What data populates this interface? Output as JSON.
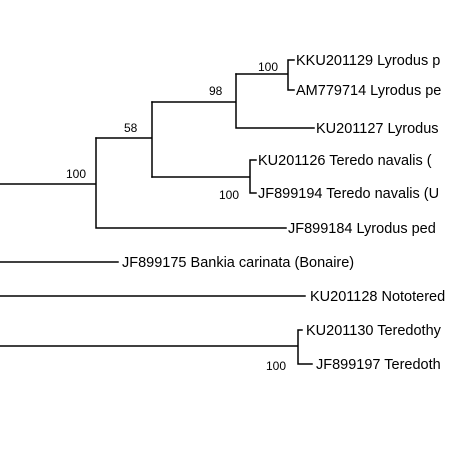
{
  "tree": {
    "taxa": {
      "t1": "KKU201129 Lyrodus p",
      "t2": "AM779714 Lyrodus pe",
      "t3": "KU201127 Lyrodus",
      "t4": "KU201126 Teredo navalis (",
      "t5": "JF899194 Teredo navalis (U",
      "t6": "JF899184 Lyrodus ped",
      "t7": "JF899175 Bankia carinata (Bonaire)",
      "t8": "KU201128 Nototered",
      "t9": "KU201130 Teredothy",
      "t10": "JF899197 Teredoth"
    },
    "support": {
      "s1": "100",
      "s2": "98",
      "s3": "58",
      "s4": "100",
      "s5": "100",
      "s6": "100"
    }
  }
}
